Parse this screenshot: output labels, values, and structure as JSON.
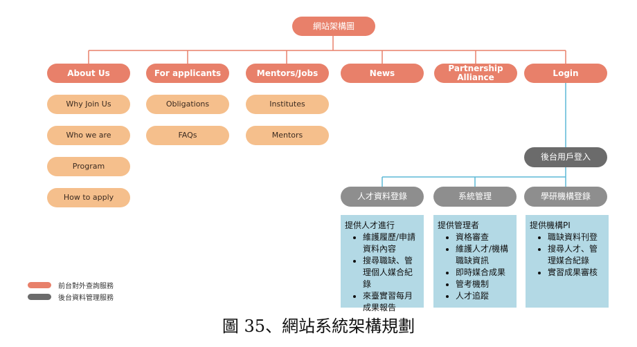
{
  "root": {
    "label": "網站架構圖"
  },
  "top_items": [
    {
      "label": "About Us",
      "children": [
        "Why Join Us",
        "Who we are",
        "Program",
        "How to apply"
      ]
    },
    {
      "label": "For applicants",
      "children": [
        "Obligations",
        "FAQs"
      ]
    },
    {
      "label": "Mentors/Jobs",
      "children": [
        "Institutes",
        "Mentors"
      ]
    },
    {
      "label": "News",
      "children": []
    },
    {
      "label": "Partnership Alliance",
      "children": []
    },
    {
      "label": "Login",
      "children": []
    }
  ],
  "backend": {
    "login": "後台用戶登入",
    "branches": [
      {
        "label": "人才資料登錄",
        "box_title": "提供人才進行",
        "bullets": [
          "維護履歷/申請資料內容",
          "搜尋職缺、管理個人媒合紀錄",
          "來臺實習每月成果報告"
        ]
      },
      {
        "label": "系統管理",
        "box_title": "提供管理者",
        "bullets": [
          "資格審查",
          "維護人才/機構職缺資訊",
          "即時媒合成果",
          "管考機制",
          "人才追蹤"
        ]
      },
      {
        "label": "學研機構登錄",
        "box_title": "提供機構PI",
        "bullets": [
          "職缺資料刊登",
          "搜尋人才、管理媒合紀錄",
          "實習成果審核"
        ]
      }
    ]
  },
  "legend": [
    {
      "label": "前台對外查詢服務",
      "color": "#e8806a"
    },
    {
      "label": "後台資料管理服務",
      "color": "#6b6b6b"
    }
  ],
  "caption": "圖 35、網站系統架構規劃",
  "colors": {
    "orange": "#e8806a",
    "peach": "#f5bf8c",
    "grey": "#8e8e8e",
    "dark_grey": "#6b6b6b",
    "blue_line": "#5bb8d6",
    "box": "#b3d9e5"
  }
}
